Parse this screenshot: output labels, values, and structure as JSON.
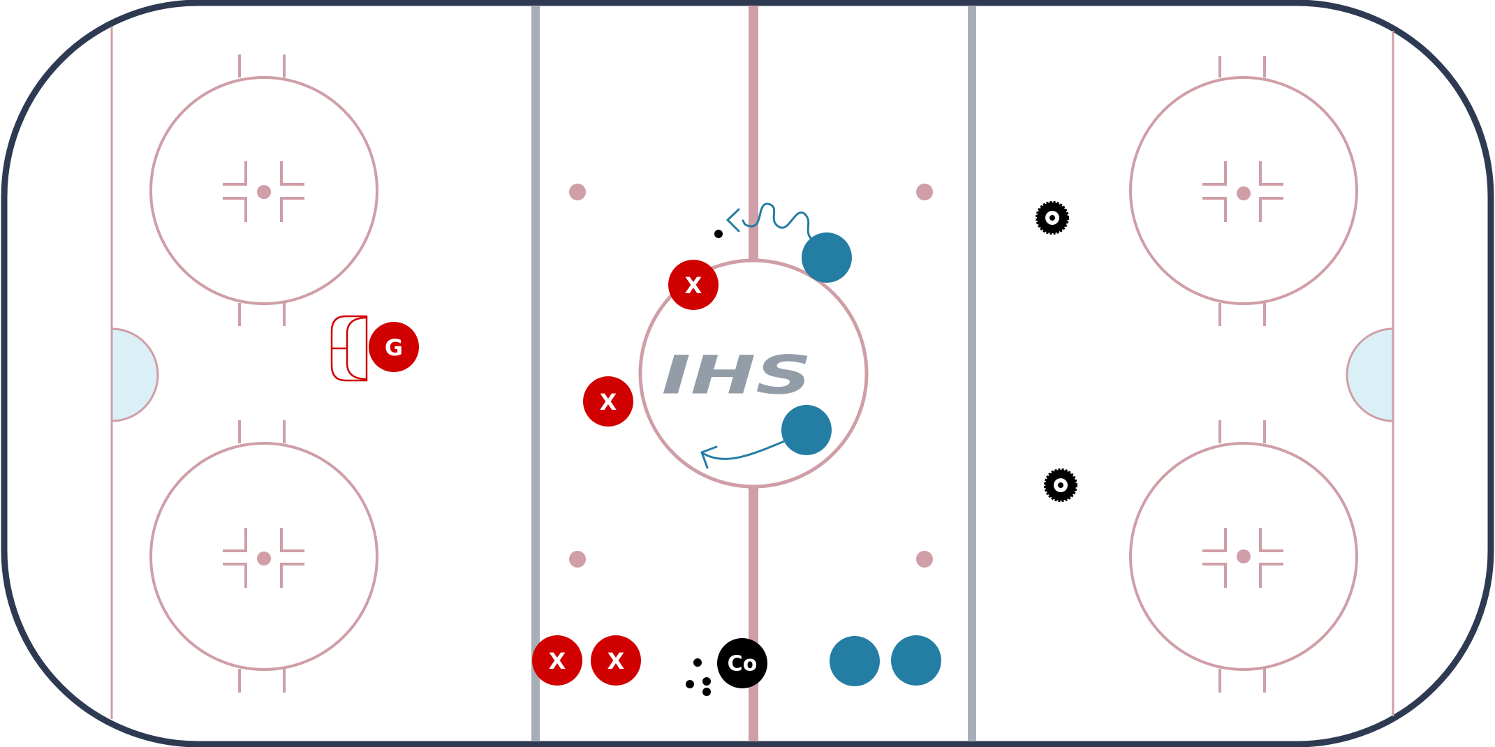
{
  "colors": {
    "boards": "#2e3a52",
    "ice": "#ffffff",
    "red_markings": "#cf9ea6",
    "blue_line": "#a6afb8",
    "crease_fill": "#dbeff7",
    "team_red": "#d10000",
    "team_blue": "#247da3",
    "coach": "#000000",
    "path": "#247da3",
    "logo": "#929da8"
  },
  "logo": {
    "text": "IHS"
  },
  "players_red": [
    {
      "id": "x1",
      "label": "X"
    },
    {
      "id": "x2",
      "label": "X"
    },
    {
      "id": "x3",
      "label": "X"
    },
    {
      "id": "x4",
      "label": "X"
    }
  ],
  "goalie": {
    "label": "G"
  },
  "players_blue": [
    {
      "id": "b1"
    },
    {
      "id": "b2"
    },
    {
      "id": "b3"
    },
    {
      "id": "b4"
    }
  ],
  "coach": {
    "label": "Co"
  },
  "pylons": [
    {
      "id": "tire-1",
      "icon": "tire-icon"
    },
    {
      "id": "tire-2",
      "icon": "tire-icon"
    }
  ],
  "pucks": [
    {
      "id": "puck-1"
    },
    {
      "id": "puck-2"
    },
    {
      "id": "puck-3"
    },
    {
      "id": "puck-4"
    },
    {
      "id": "puck-5"
    }
  ],
  "paths": [
    {
      "id": "skate-wave",
      "type": "skate-with-puck"
    },
    {
      "id": "skate-curve",
      "type": "skate"
    }
  ]
}
